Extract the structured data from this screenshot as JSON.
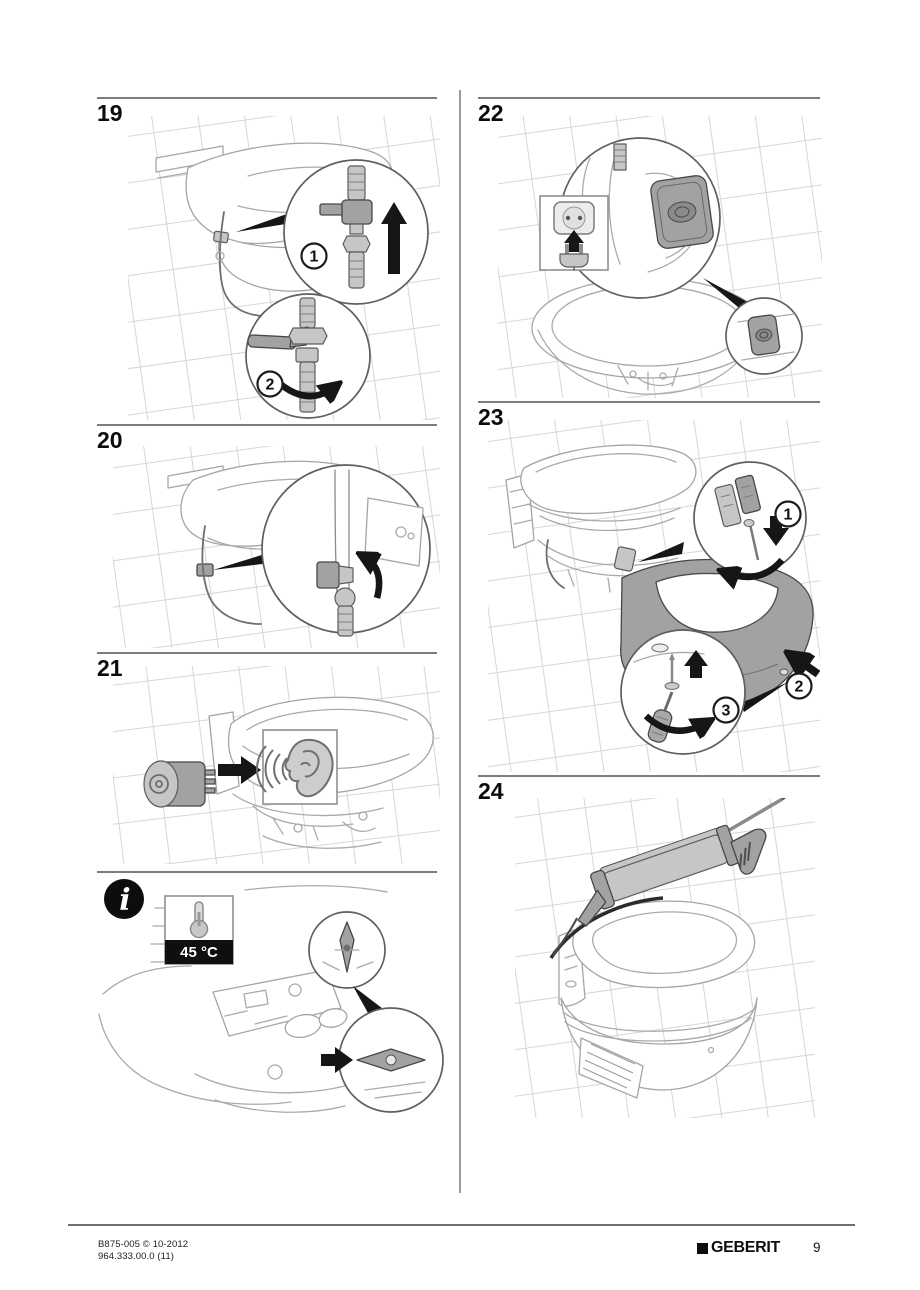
{
  "footer": {
    "doc_code": "B875-005 © 10-2012",
    "article_number": "964.333.00.0 (11)",
    "brand": "GEBERIT",
    "page_number": "9"
  },
  "steps": {
    "s19": {
      "number": "19",
      "callouts": [
        "1",
        "2"
      ]
    },
    "s20": {
      "number": "20"
    },
    "s21": {
      "number": "21"
    },
    "s22": {
      "number": "22"
    },
    "s23": {
      "number": "23",
      "callouts": [
        "1",
        "2",
        "3"
      ]
    },
    "s24": {
      "number": "24"
    }
  },
  "info_note": {
    "info_glyph": "i",
    "temperature": "45 °C"
  },
  "icons": {
    "info": "info-icon",
    "thermometer": "thermometer-icon",
    "ear_listen": "ear-listen-icon",
    "power_plug": "power-plug-icon",
    "socket": "socket-outlet-icon",
    "magnifier": "magnifier-detail-circle"
  },
  "colors": {
    "line_art": "#aaaaaa",
    "part_gray": "#a2a2a2",
    "arrow_black": "#161616",
    "rule_gray": "#7d7d7d",
    "label_bg": "#0f0f0f",
    "label_text": "#ffffff"
  }
}
